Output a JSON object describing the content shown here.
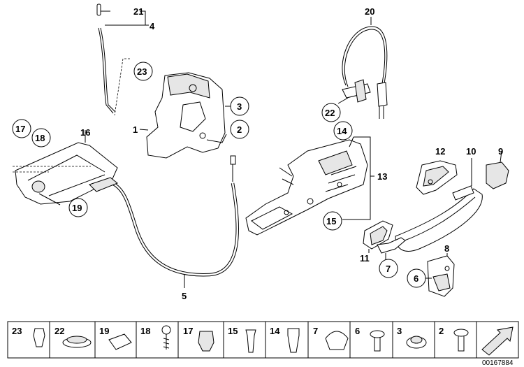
{
  "callouts": {
    "c1": "1",
    "c2": "2",
    "c3": "3",
    "c4": "4",
    "c5": "5",
    "c6": "6",
    "c7": "7",
    "c8": "8",
    "c9": "9",
    "c10": "10",
    "c11": "11",
    "c12": "12",
    "c13": "13",
    "c14": "14",
    "c15": "15",
    "c16": "16",
    "c17": "17",
    "c18": "18",
    "c19": "19",
    "c20": "20",
    "c21": "21",
    "c22": "22",
    "c23": "23"
  },
  "strip": {
    "s23": "23",
    "s22": "22",
    "s19": "19",
    "s18": "18",
    "s17": "17",
    "s15": "15",
    "s14": "14",
    "s7": "7",
    "s6": "6",
    "s3": "3",
    "s2": "2"
  },
  "doc_number": "00167884",
  "colors": {
    "line": "#000000",
    "background": "#ffffff",
    "shade": "#e6e6e6"
  }
}
